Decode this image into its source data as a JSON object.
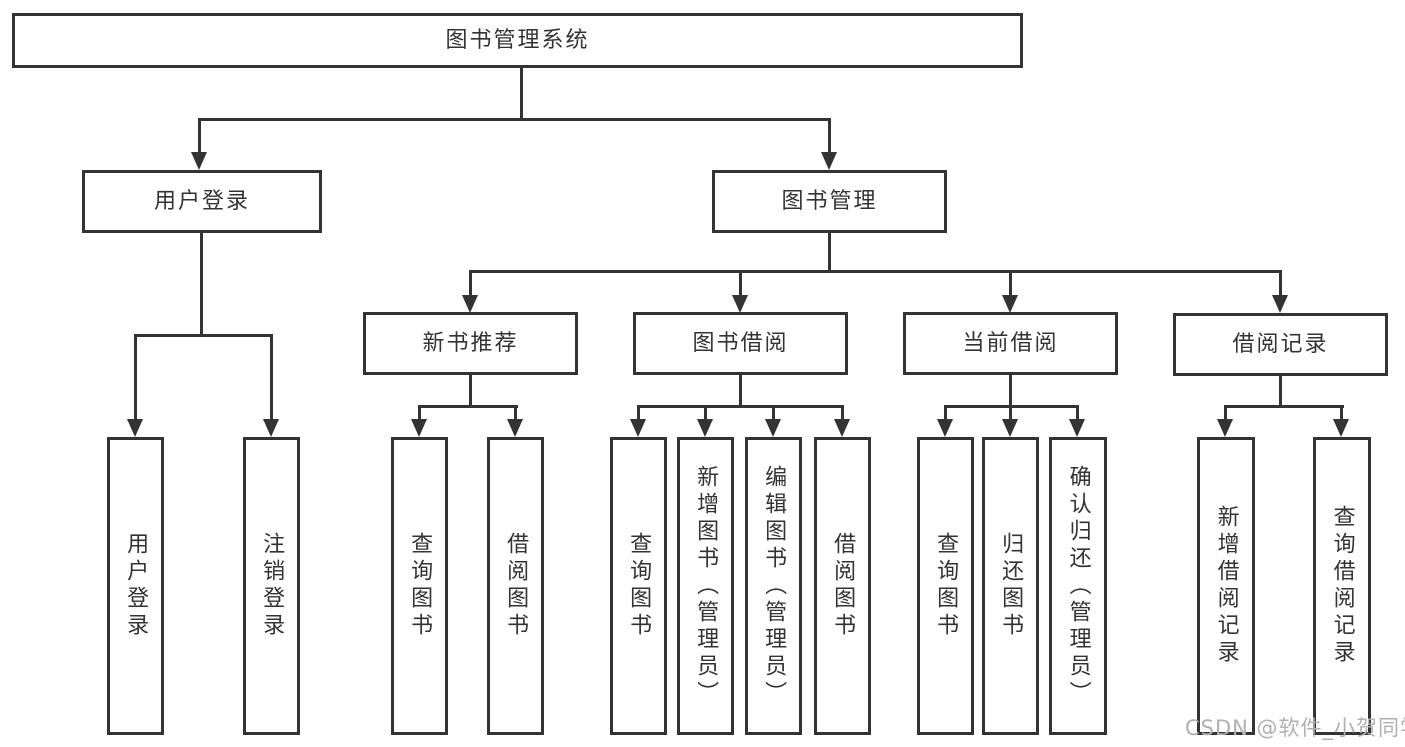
{
  "colors": {
    "line": "#333333",
    "text": "#333333",
    "background": "#ffffff",
    "watermark": "#b0b0b0"
  },
  "watermark": "CSDN @软件_小贺同学",
  "tree": {
    "root": {
      "label": "图书管理系统",
      "children": [
        {
          "label": "用户登录",
          "children": [
            {
              "label": "用户登录"
            },
            {
              "label": "注销登录"
            }
          ]
        },
        {
          "label": "图书管理",
          "children": [
            {
              "label": "新书推荐",
              "children": [
                {
                  "label": "查询图书"
                },
                {
                  "label": "借阅图书"
                }
              ]
            },
            {
              "label": "图书借阅",
              "children": [
                {
                  "label": "查询图书"
                },
                {
                  "label": "新增图书（管理员）"
                },
                {
                  "label": "编辑图书（管理员）"
                },
                {
                  "label": "借阅图书"
                }
              ]
            },
            {
              "label": "当前借阅",
              "children": [
                {
                  "label": "查询图书"
                },
                {
                  "label": "归还图书"
                },
                {
                  "label": "确认归还（管理员）"
                }
              ]
            },
            {
              "label": "借阅记录",
              "children": [
                {
                  "label": "新增借阅记录"
                },
                {
                  "label": "查询借阅记录"
                }
              ]
            }
          ]
        }
      ]
    }
  }
}
